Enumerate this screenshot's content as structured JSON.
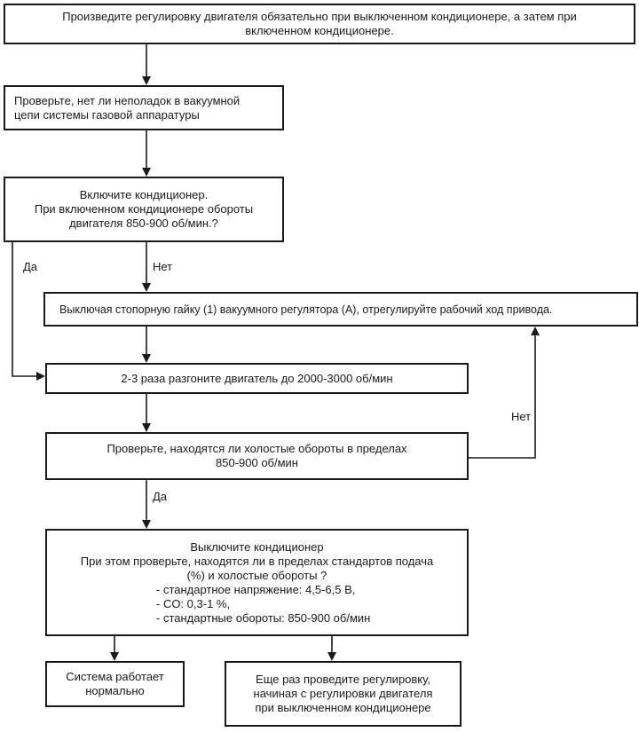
{
  "boxes": {
    "intro": {
      "line1": "Произведите регулировку двигателя обязательно при выключенном кондиционере, а затем при",
      "line2": "включенном кондиционере."
    },
    "check_vacuum": {
      "line1": "Проверьте, нет ли неполадок в вакуумной",
      "line2": "цепи системы газовой аппаратуры"
    },
    "ac_on": {
      "line1": "Включите кондиционер.",
      "line2": "При включенном кондиционере обороты",
      "line3": "двигателя 850-900 об/мин.?"
    },
    "adjust": {
      "line1": "Выключая стопорную гайку (1) вакуумного регулятора (А), отрегулируйте рабочий ход привода."
    },
    "rev": {
      "line1": "2-3 раза разгоните двигатель до 2000-3000 об/мин"
    },
    "check_idle": {
      "line1": "Проверьте, находятся ли холостые обороты в пределах",
      "line2": "850-900 об/мин"
    },
    "ac_off": {
      "line1": "Выключите кондиционер",
      "line2": "При этом проверьте, находятся ли в пределах стандартов подача",
      "line3": "(%) и холостые обороты ?",
      "item1": "- стандартное напряжение: 4,5-6,5 В,",
      "item2": "- CO: 0,3-1 %,",
      "item3": "- стандартные обороты: 850-900 об/мин"
    },
    "ok": {
      "line1": "Система работает",
      "line2": "нормально"
    },
    "redo": {
      "line1": "Еще раз проведите регулировку,",
      "line2": "начиная с регулировки двигателя",
      "line3": "при выключенном кондиционере"
    }
  },
  "labels": {
    "yes_left": "Да",
    "no_mid": "Нет",
    "no_right": "Нет",
    "yes_bottom": "Да"
  }
}
